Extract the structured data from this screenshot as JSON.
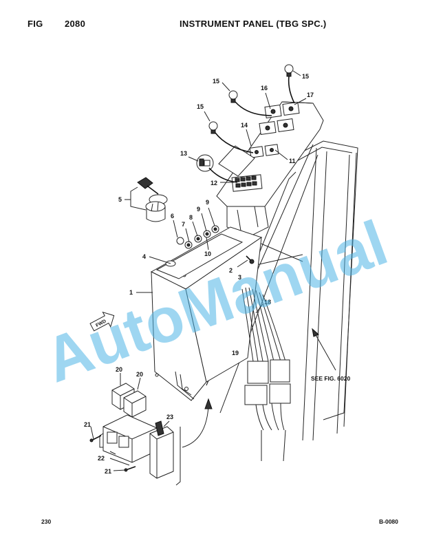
{
  "header": {
    "fig_label": "FIG",
    "fig_number": "2080",
    "title": "INSTRUMENT PANEL (TBG SPC.)"
  },
  "footer": {
    "page_number": "230",
    "doc_code": "B-0080"
  },
  "watermark": {
    "text": "AutoManual",
    "color": "#4fb4e6"
  },
  "diagram": {
    "forward_arrow_label": "FWD",
    "reference_note": "SEE FIG. 6020",
    "callouts": [
      "1",
      "2",
      "3",
      "4",
      "5",
      "6",
      "7",
      "8",
      "9",
      "9",
      "10",
      "11",
      "12",
      "13",
      "14",
      "15",
      "15",
      "15",
      "16",
      "17",
      "18",
      "19",
      "20",
      "20",
      "21",
      "21",
      "22",
      "23"
    ]
  }
}
